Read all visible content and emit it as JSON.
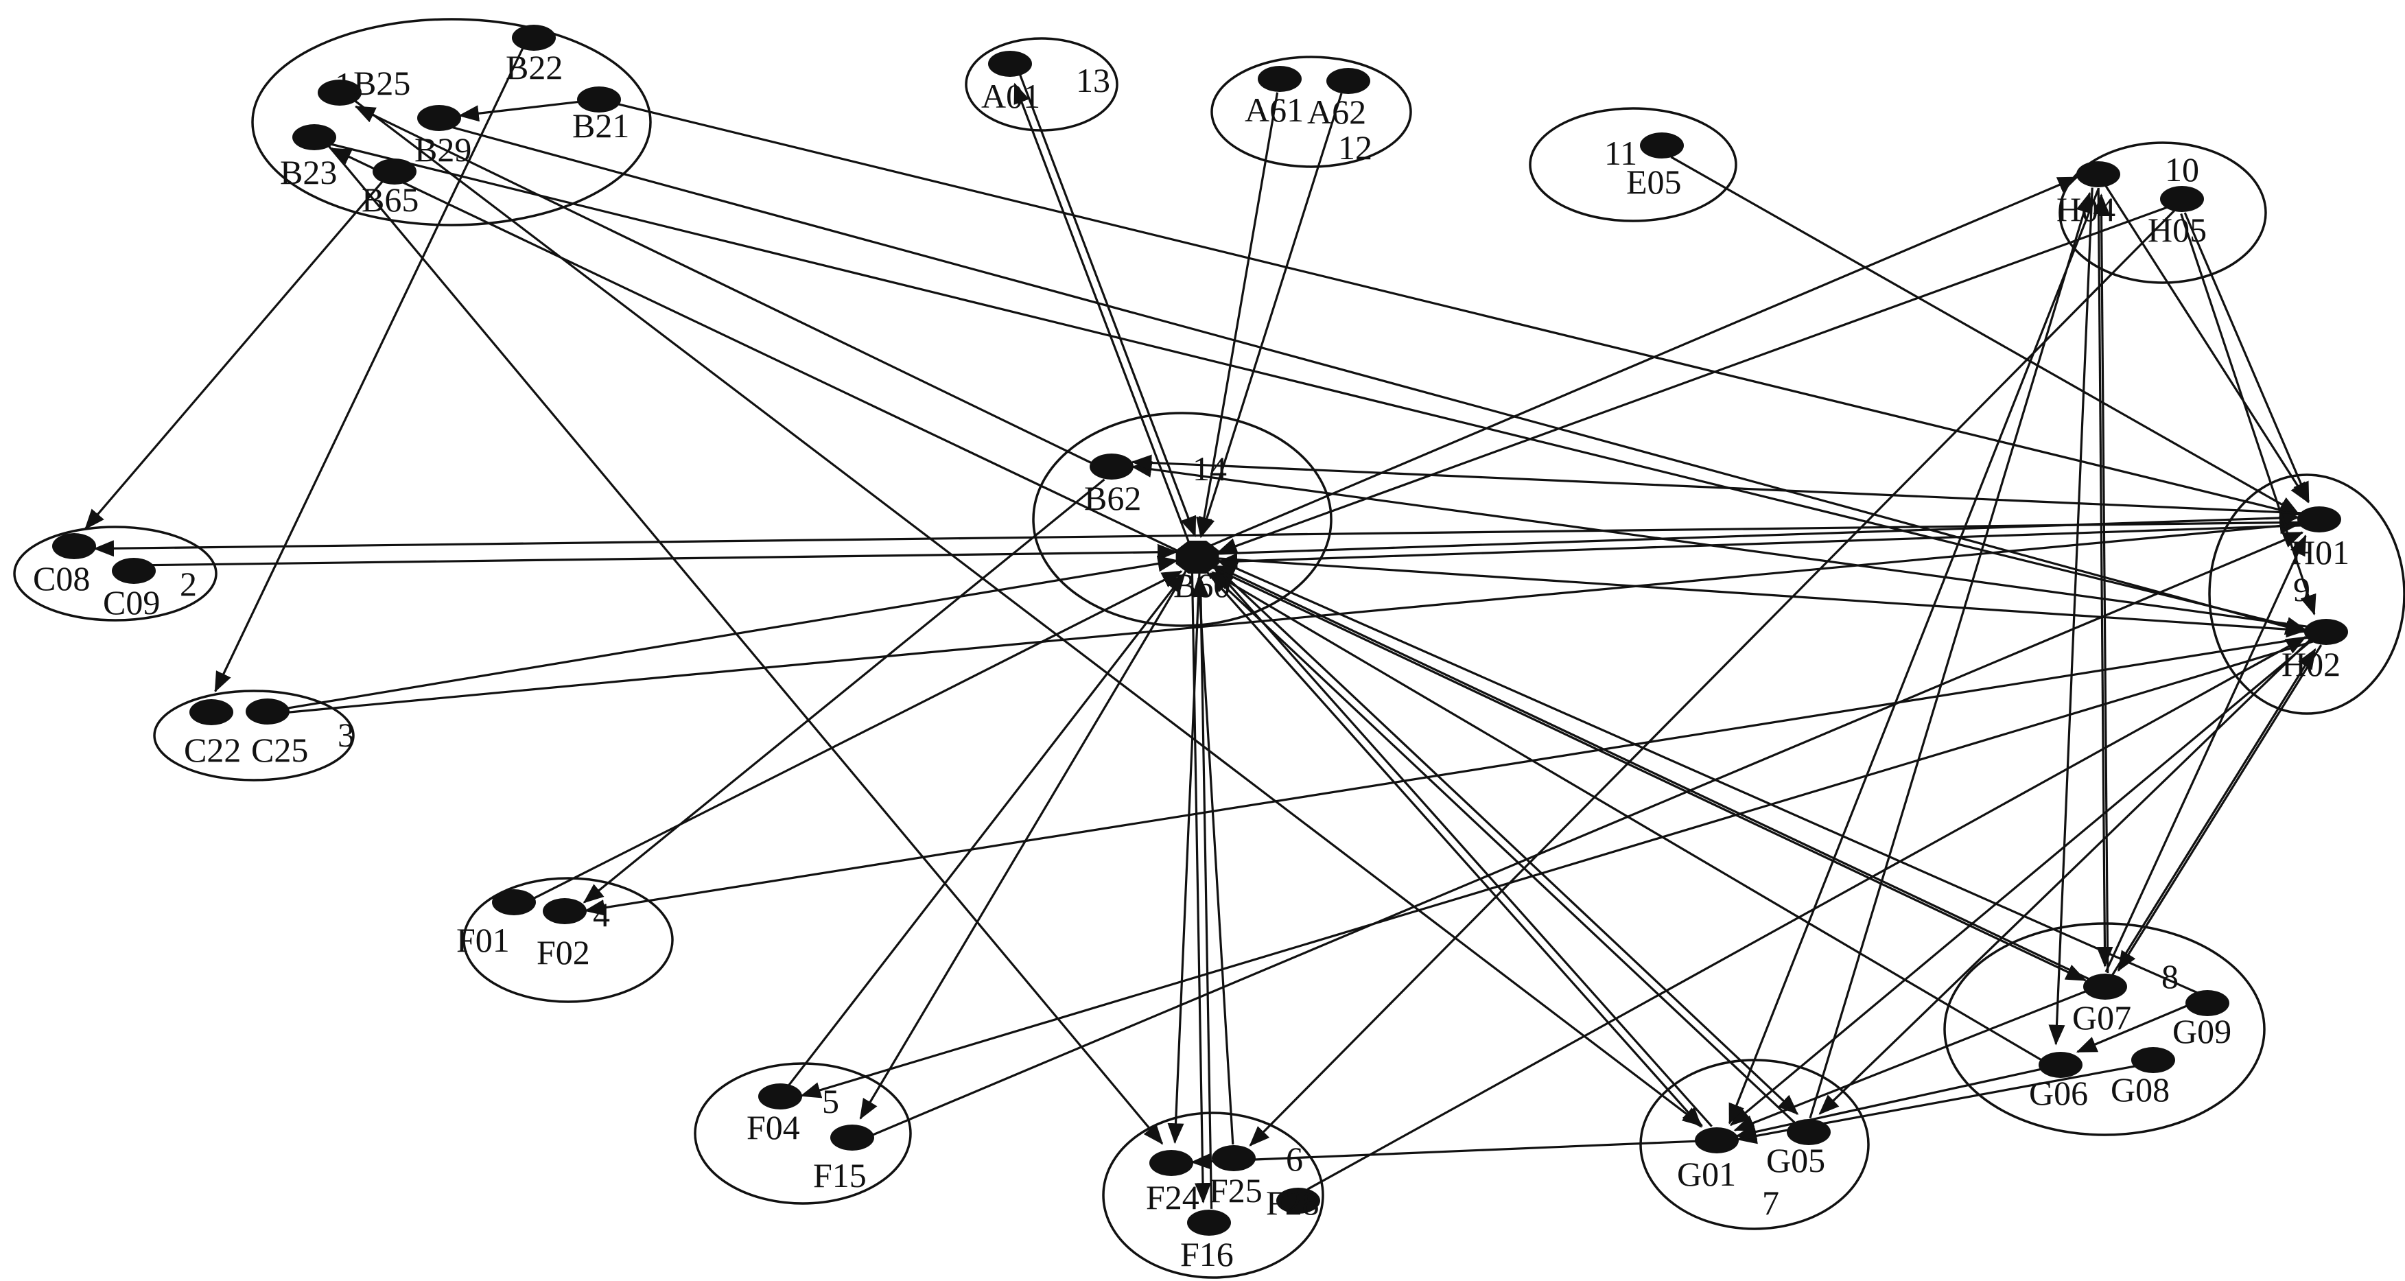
{
  "diagram": {
    "type": "cluster-network",
    "clusters": [
      {
        "id": "1"
      },
      {
        "id": "2"
      },
      {
        "id": "3"
      },
      {
        "id": "4"
      },
      {
        "id": "5"
      },
      {
        "id": "6"
      },
      {
        "id": "7"
      },
      {
        "id": "8"
      },
      {
        "id": "9"
      },
      {
        "id": "10"
      },
      {
        "id": "11"
      },
      {
        "id": "12"
      },
      {
        "id": "13"
      },
      {
        "id": "14"
      }
    ],
    "nodes": [
      {
        "id": "B25",
        "label": "B25",
        "cluster": "1"
      },
      {
        "id": "B22",
        "label": "B22",
        "cluster": "1"
      },
      {
        "id": "B21",
        "label": "B21",
        "cluster": "1"
      },
      {
        "id": "B29",
        "label": "B29",
        "cluster": "1"
      },
      {
        "id": "B23",
        "label": "B23",
        "cluster": "1"
      },
      {
        "id": "B65",
        "label": "B65",
        "cluster": "1"
      },
      {
        "id": "C08",
        "label": "C08",
        "cluster": "2"
      },
      {
        "id": "C09",
        "label": "C09",
        "cluster": "2"
      },
      {
        "id": "C22",
        "label": "C22",
        "cluster": "3"
      },
      {
        "id": "C25",
        "label": "C25",
        "cluster": "3"
      },
      {
        "id": "F01",
        "label": "F01",
        "cluster": "4"
      },
      {
        "id": "F02",
        "label": "F02",
        "cluster": "4"
      },
      {
        "id": "F04",
        "label": "F04",
        "cluster": "5"
      },
      {
        "id": "F15",
        "label": "F15",
        "cluster": "5"
      },
      {
        "id": "F24",
        "label": "F24",
        "cluster": "6"
      },
      {
        "id": "F25",
        "label": "F25",
        "cluster": "6"
      },
      {
        "id": "F28",
        "label": "F28",
        "cluster": "6"
      },
      {
        "id": "F16",
        "label": "F16",
        "cluster": "6"
      },
      {
        "id": "G01",
        "label": "G01",
        "cluster": "7"
      },
      {
        "id": "G05",
        "label": "G05",
        "cluster": "7"
      },
      {
        "id": "G07",
        "label": "G07",
        "cluster": "8"
      },
      {
        "id": "G09",
        "label": "G09",
        "cluster": "8"
      },
      {
        "id": "G06",
        "label": "G06",
        "cluster": "8"
      },
      {
        "id": "G08",
        "label": "G08",
        "cluster": "8"
      },
      {
        "id": "H01",
        "label": "H01",
        "cluster": "9"
      },
      {
        "id": "H02",
        "label": "H02",
        "cluster": "9"
      },
      {
        "id": "H04",
        "label": "H04",
        "cluster": "10"
      },
      {
        "id": "H05",
        "label": "H05",
        "cluster": "10"
      },
      {
        "id": "E05",
        "label": "E05",
        "cluster": "11"
      },
      {
        "id": "A61",
        "label": "A61",
        "cluster": "12"
      },
      {
        "id": "A62",
        "label": "A62",
        "cluster": "12"
      },
      {
        "id": "A01",
        "label": "A01",
        "cluster": "13"
      },
      {
        "id": "B62",
        "label": "B62",
        "cluster": "14"
      },
      {
        "id": "B60",
        "label": "B60",
        "cluster": "14"
      }
    ],
    "edges": [
      {
        "from": "B62",
        "to": "B25"
      },
      {
        "from": "B60",
        "to": "B23"
      },
      {
        "from": "B21",
        "to": "B29"
      },
      {
        "from": "B65",
        "to": "C08"
      },
      {
        "from": "B22",
        "to": "C22"
      },
      {
        "from": "B23",
        "to": "F24"
      },
      {
        "from": "B25",
        "to": "G01"
      },
      {
        "from": "B21",
        "to": "H01"
      },
      {
        "from": "B23",
        "to": "H02"
      },
      {
        "from": "B29",
        "to": "H02"
      },
      {
        "from": "A01",
        "to": "B60"
      },
      {
        "from": "B60",
        "to": "A01"
      },
      {
        "from": "A61",
        "to": "B60"
      },
      {
        "from": "A62",
        "to": "B60"
      },
      {
        "from": "E05",
        "to": "H01"
      },
      {
        "from": "C09",
        "to": "B60"
      },
      {
        "from": "H01",
        "to": "C08"
      },
      {
        "from": "C25",
        "to": "B60"
      },
      {
        "from": "C25",
        "to": "H01"
      },
      {
        "from": "F01",
        "to": "B60"
      },
      {
        "from": "B62",
        "to": "F02"
      },
      {
        "from": "H02",
        "to": "F02"
      },
      {
        "from": "F04",
        "to": "B60"
      },
      {
        "from": "B60",
        "to": "F15"
      },
      {
        "from": "F15",
        "to": "H01"
      },
      {
        "from": "H02",
        "to": "F04"
      },
      {
        "from": "B60",
        "to": "F24"
      },
      {
        "from": "F25",
        "to": "B60"
      },
      {
        "from": "F16",
        "to": "B60"
      },
      {
        "from": "B60",
        "to": "F16"
      },
      {
        "from": "F28",
        "to": "H02"
      },
      {
        "from": "H05",
        "to": "F25"
      },
      {
        "from": "G01",
        "to": "F24"
      },
      {
        "from": "B60",
        "to": "G01"
      },
      {
        "from": "G01",
        "to": "B60"
      },
      {
        "from": "B60",
        "to": "G05"
      },
      {
        "from": "G05",
        "to": "B60"
      },
      {
        "from": "G07",
        "to": "B60"
      },
      {
        "from": "B60",
        "to": "G07"
      },
      {
        "from": "G09",
        "to": "B60"
      },
      {
        "from": "G06",
        "to": "B60"
      },
      {
        "from": "G08",
        "to": "G01"
      },
      {
        "from": "G06",
        "to": "G01"
      },
      {
        "from": "G07",
        "to": "G01"
      },
      {
        "from": "G09",
        "to": "G06"
      },
      {
        "from": "G07",
        "to": "H01"
      },
      {
        "from": "H02",
        "to": "G07"
      },
      {
        "from": "G07",
        "to": "H02"
      },
      {
        "from": "H02",
        "to": "G01"
      },
      {
        "from": "H02",
        "to": "G05"
      },
      {
        "from": "H01",
        "to": "B60"
      },
      {
        "from": "B60",
        "to": "H01"
      },
      {
        "from": "B60",
        "to": "H02"
      },
      {
        "from": "H02",
        "to": "B62"
      },
      {
        "from": "H01",
        "to": "B62"
      },
      {
        "from": "B60",
        "to": "H04"
      },
      {
        "from": "H05",
        "to": "B60"
      },
      {
        "from": "H04",
        "to": "G07"
      },
      {
        "from": "G07",
        "to": "H04"
      },
      {
        "from": "H04",
        "to": "G06"
      },
      {
        "from": "H04",
        "to": "G01"
      },
      {
        "from": "G05",
        "to": "H04"
      },
      {
        "from": "H04",
        "to": "H01"
      },
      {
        "from": "H05",
        "to": "H01"
      },
      {
        "from": "H05",
        "to": "H02"
      }
    ]
  }
}
